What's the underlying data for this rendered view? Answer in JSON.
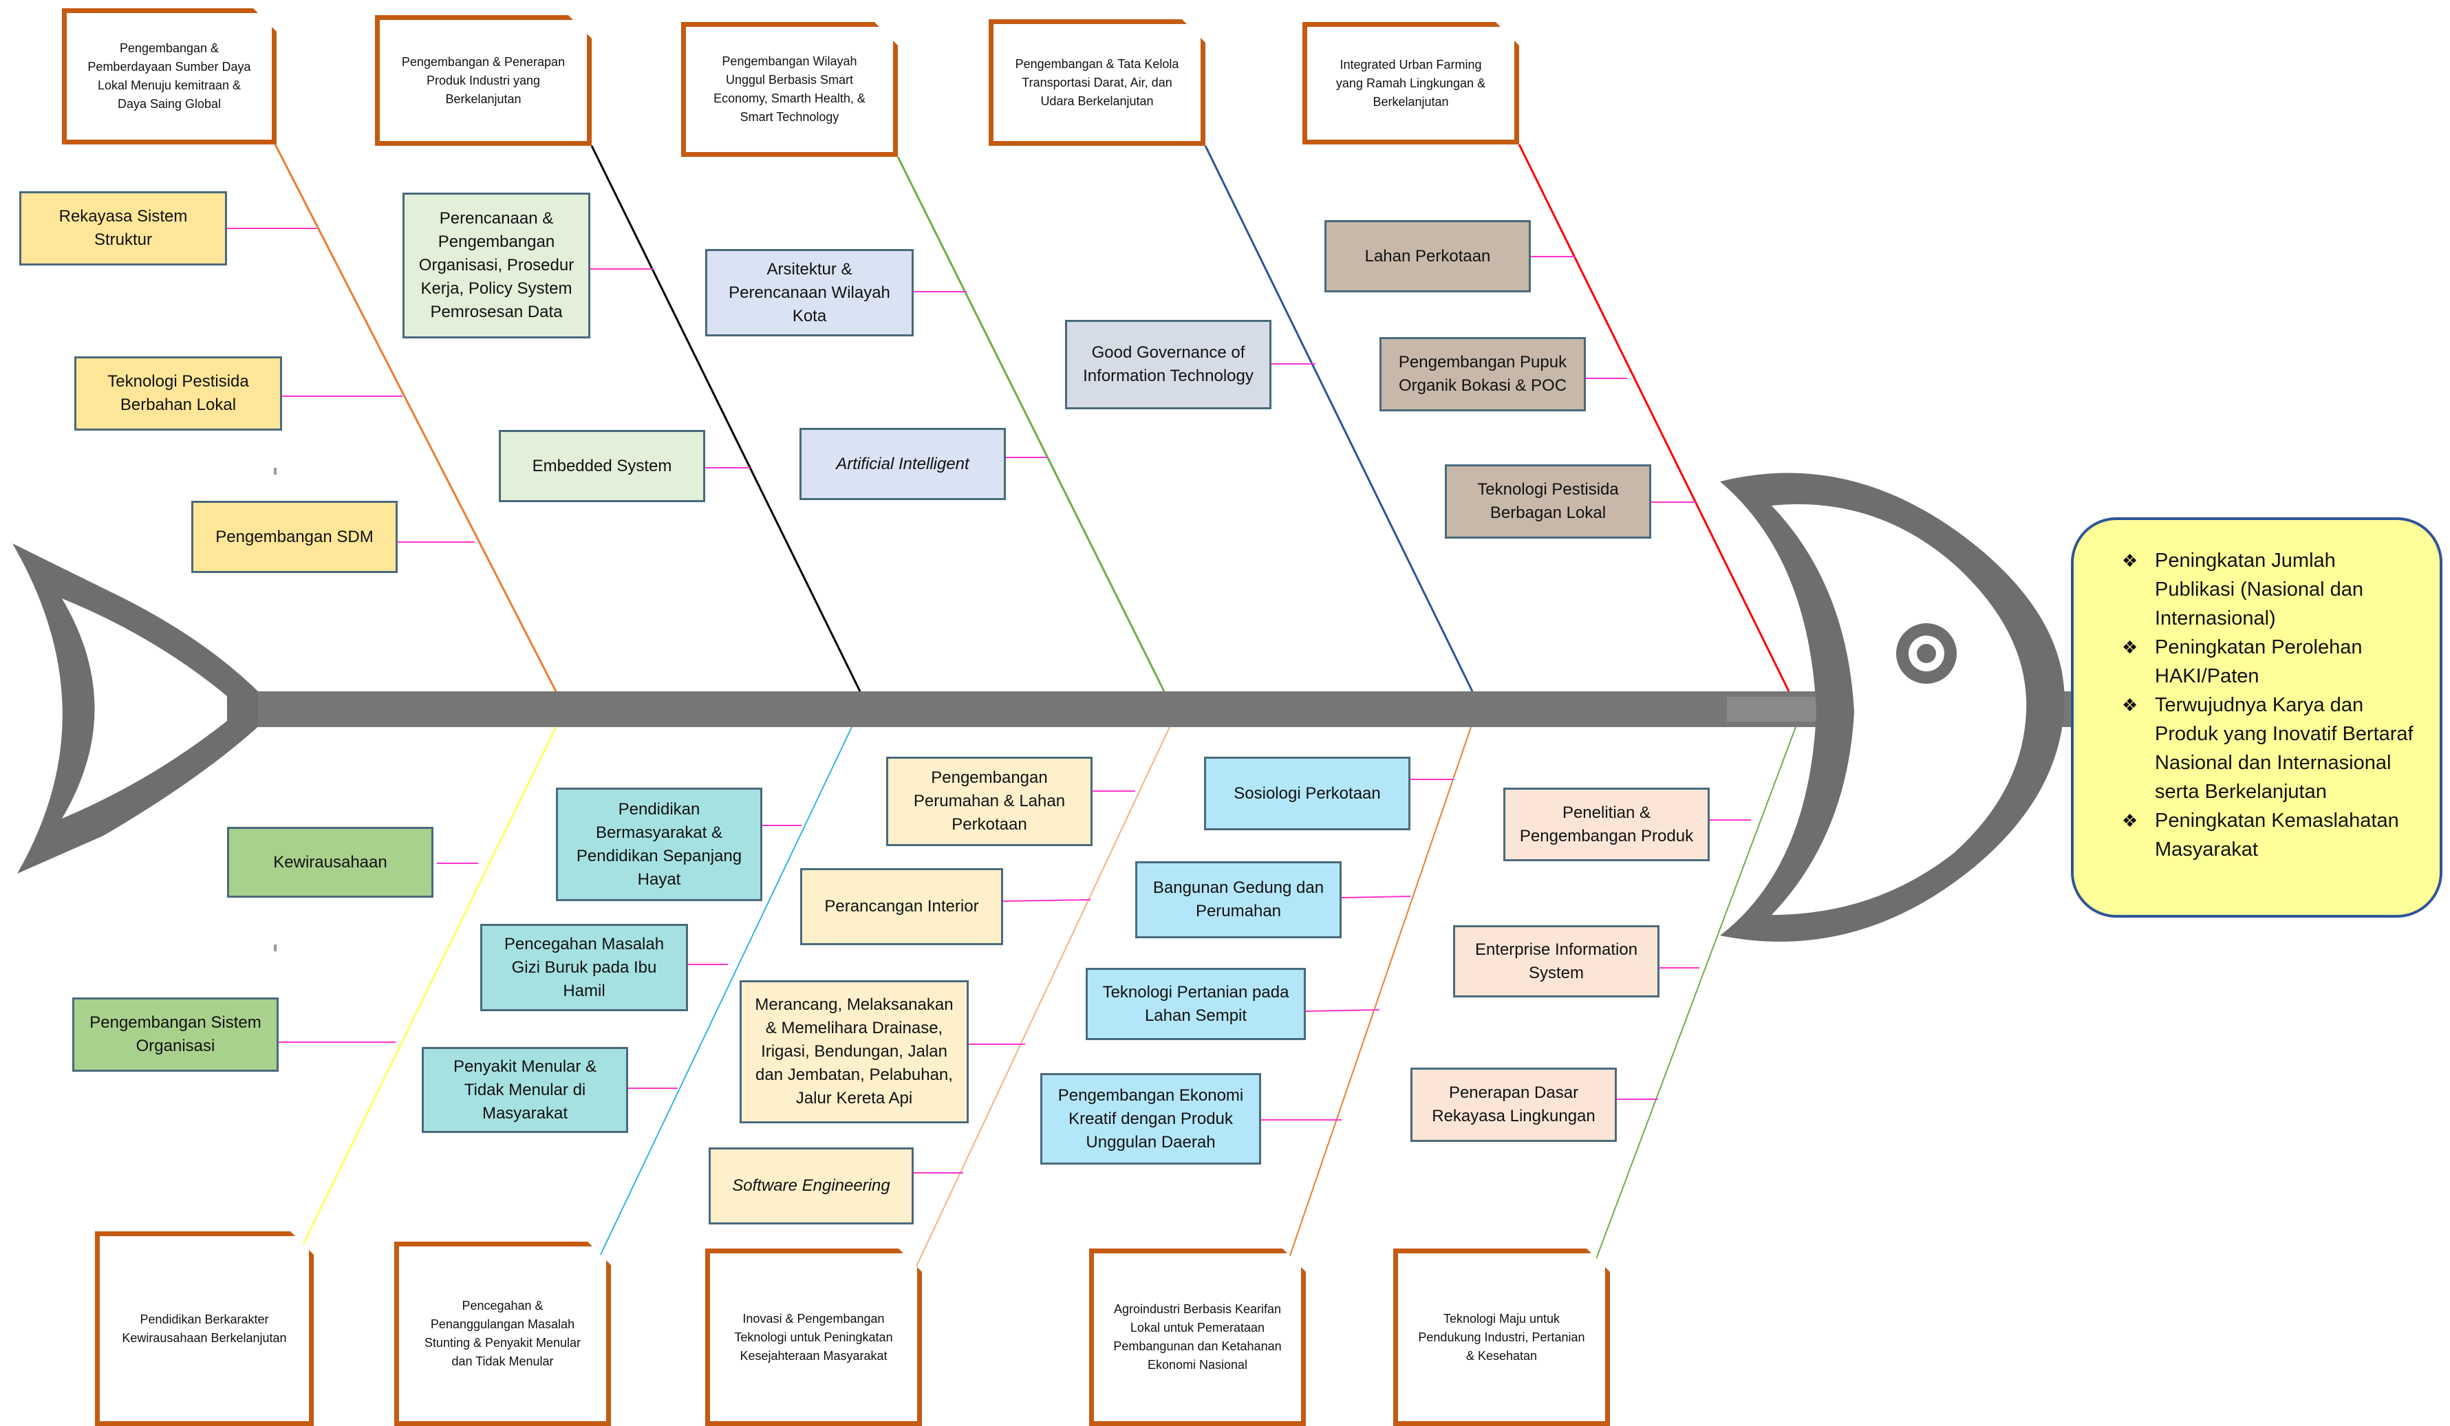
{
  "categories_top": [
    {
      "id": "cat1",
      "text": "Pengembangan & Pemberdayaan Sumber Daya Lokal Menuju kemitraan & Daya Saing Global"
    },
    {
      "id": "cat2",
      "text": "Pengembangan & Penerapan Produk Industri yang Berkelanjutan"
    },
    {
      "id": "cat3",
      "text": "Pengembangan Wilayah Unggul Berbasis Smart Economy, Smarth Health, & Smart Technology"
    },
    {
      "id": "cat4",
      "text": "Pengembangan & Tata Kelola Transportasi Darat, Air, dan Udara Berkelanjutan"
    },
    {
      "id": "cat5",
      "text": "Integrated Urban Farming yang Ramah Lingkungan & Berkelanjutan"
    }
  ],
  "categories_bottom": [
    {
      "id": "cat6",
      "text": "Pendidikan Berkarakter Kewirausahaan Berkelanjutan"
    },
    {
      "id": "cat7",
      "text": "Pencegahan & Penanggulangan Masalah Stunting & Penyakit Menular dan Tidak Menular"
    },
    {
      "id": "cat8",
      "text": "Inovasi & Pengembangan Teknologi untuk Peningkatan Kesejahteraan Masyarakat"
    },
    {
      "id": "cat9",
      "text": "Agroindustri Berbasis Kearifan Lokal untuk Pemerataan Pembangunan dan Ketahanan Ekonomi Nasional"
    },
    {
      "id": "cat10",
      "text": "Teknologi Maju untuk Pendukung Industri, Pertanian & Kesehatan"
    }
  ],
  "topics": {
    "t1": "Rekayasa Sistem Struktur",
    "t2": "Teknologi Pestisida Berbahan Lokal",
    "t3": "Pengembangan SDM",
    "t4": "Perencanaan & Pengembangan Organisasi, Prosedur Kerja, Policy System Pemrosesan Data",
    "t5": "Embedded System",
    "t6": "Arsitektur & Perencanaan Wilayah Kota",
    "t7": "Artificial Intelligent",
    "t8": "Good Governance of Information Technology",
    "t9": "Lahan Perkotaan",
    "t10": "Pengembangan Pupuk Organik Bokasi & POC",
    "t11": "Teknologi Pestisida Berbagan Lokal",
    "t12": "Kewirausahaan",
    "t13": "Pengembangan Sistem Organisasi",
    "t14": "Pendidikan Bermasyarakat & Pendidikan Sepanjang Hayat",
    "t15": "Pencegahan Masalah Gizi Buruk pada Ibu Hamil",
    "t16": "Penyakit Menular & Tidak Menular di Masyarakat",
    "t17": "Pengembangan Perumahan & Lahan Perkotaan",
    "t18": "Perancangan Interior",
    "t19": "Merancang, Melaksanakan & Memelihara Drainase, Irigasi, Bendungan, Jalan dan Jembatan, Pelabuhan, Jalur Kereta Api",
    "t20": "Software Engineering",
    "t21": "Sosiologi Perkotaan",
    "t22": "Bangunan Gedung dan Perumahan",
    "t23": "Teknologi Pertanian pada Lahan Sempit",
    "t24": "Pengembangan Ekonomi Kreatif dengan Produk Unggulan Daerah",
    "t25": "Penelitian & Pengembangan Produk",
    "t26": "Enterprise Information System",
    "t27": "Penerapan Dasar Rekayasa Lingkungan"
  },
  "outcomes": [
    "Peningkatan Jumlah Publikasi (Nasional dan Internasional)",
    "Peningkatan Perolehan HAKI/Paten",
    "Terwujudnya Karya dan Produk yang Inovatif Bertaraf Nasional dan Internasional serta Berkelanjutan",
    "Peningkatan Kemaslahatan Masyarakat"
  ],
  "outcome_bullet": "❖",
  "colors": {
    "spine": "#777777",
    "fish_outline": "#6e6e6e",
    "category_border": "#c55a11",
    "connector": "#ff33cc",
    "outcome_fill": "#ffff99",
    "outcome_border": "#2f5597",
    "bone_cat1": "#ed7d31",
    "bone_cat2": "#000000",
    "bone_cat3": "#70ad47",
    "bone_cat4": "#2f5597",
    "bone_cat5": "#ff0000",
    "bone_cat6": "#ffff66",
    "bone_cat7": "#33b5e5",
    "bone_cat8": "#f4b183",
    "bone_cat9": "#ed7d31",
    "bone_cat10": "#70ad47"
  },
  "icons": {
    "fish_head": "fish-head-icon",
    "fish_tail": "fish-tail-icon",
    "fish_eye": "fish-eye-icon"
  }
}
